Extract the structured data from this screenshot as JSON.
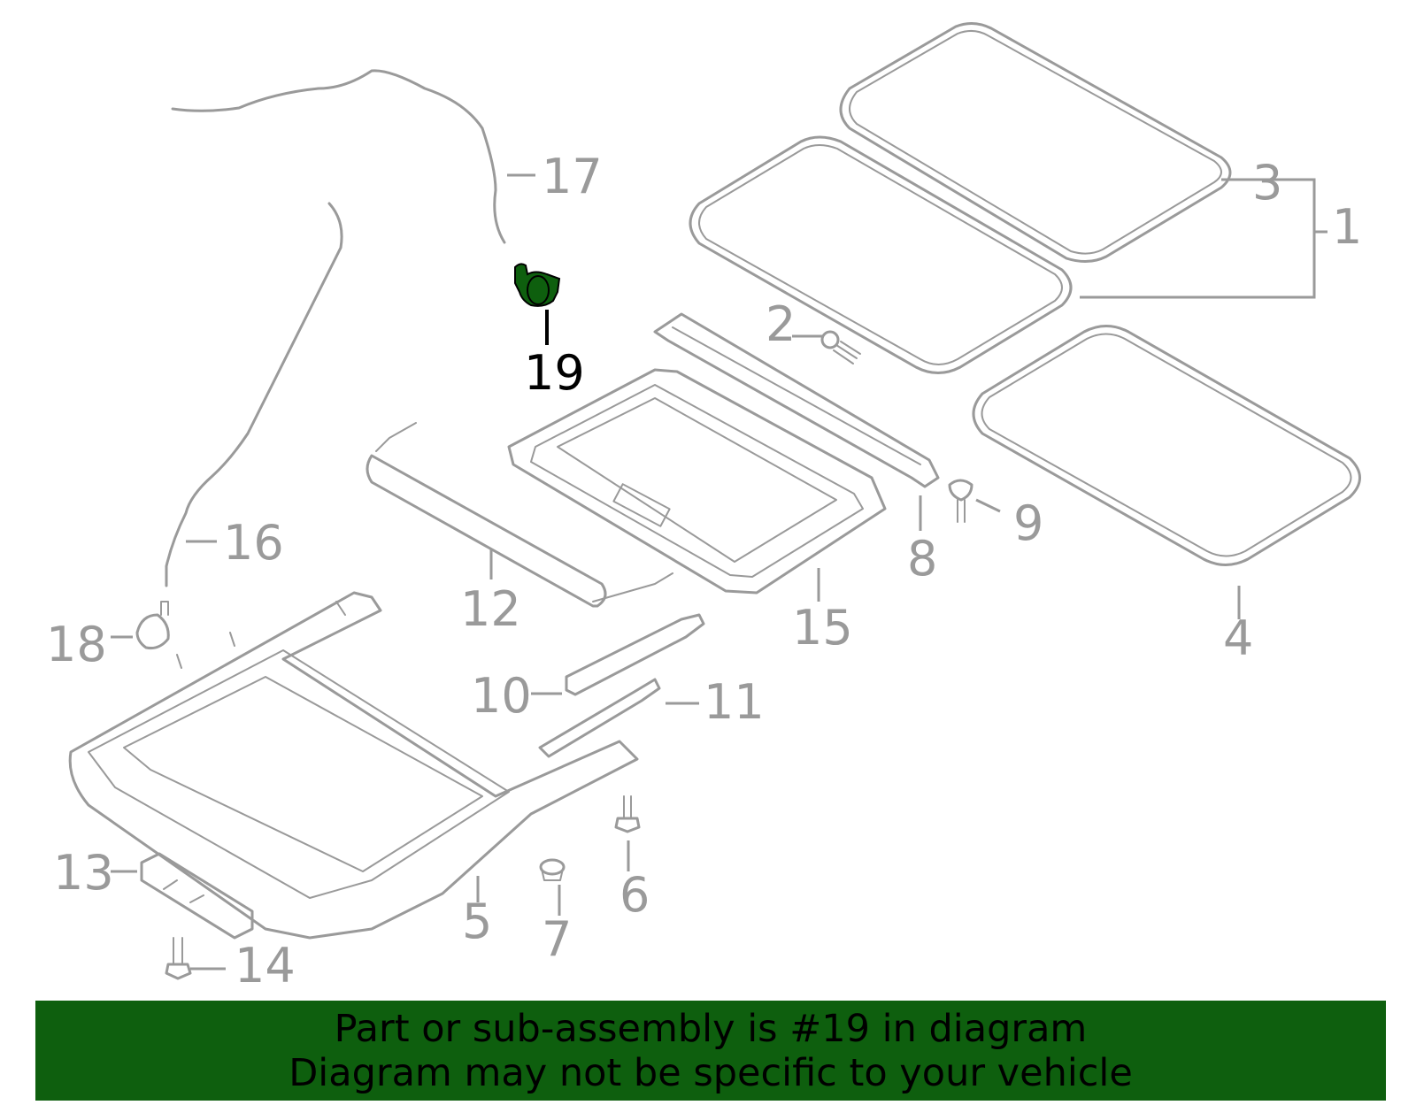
{
  "callouts": [
    {
      "id": "1",
      "label": "1"
    },
    {
      "id": "2",
      "label": "2"
    },
    {
      "id": "3",
      "label": "3"
    },
    {
      "id": "4",
      "label": "4"
    },
    {
      "id": "5",
      "label": "5"
    },
    {
      "id": "6",
      "label": "6"
    },
    {
      "id": "7",
      "label": "7"
    },
    {
      "id": "8",
      "label": "8"
    },
    {
      "id": "9",
      "label": "9"
    },
    {
      "id": "10",
      "label": "10"
    },
    {
      "id": "11",
      "label": "11"
    },
    {
      "id": "12",
      "label": "12"
    },
    {
      "id": "13",
      "label": "13"
    },
    {
      "id": "14",
      "label": "14"
    },
    {
      "id": "15",
      "label": "15"
    },
    {
      "id": "16",
      "label": "16"
    },
    {
      "id": "17",
      "label": "17"
    },
    {
      "id": "18",
      "label": "18"
    },
    {
      "id": "19",
      "label": "19",
      "highlighted": true
    }
  ],
  "highlight_color": "#0e5f0e",
  "line_color": "#9a9a9a",
  "banner": {
    "line1": "Part or sub-assembly is #19 in diagram",
    "line2": "Diagram may not be specific to your vehicle",
    "background": "#0e5f0e"
  }
}
